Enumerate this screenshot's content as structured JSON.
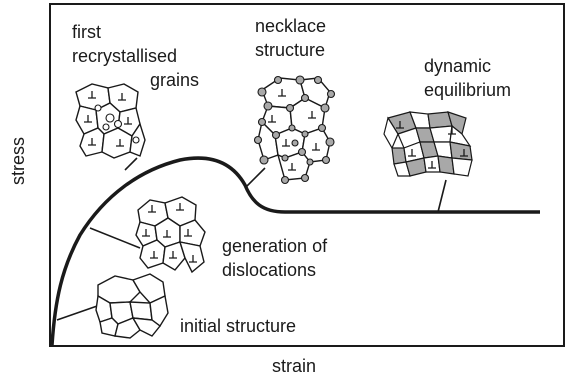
{
  "axes": {
    "x_label": "strain",
    "y_label": "stress"
  },
  "labels": {
    "first_recrystallised_line1": "first",
    "first_recrystallised_line2": "recrystallised",
    "first_recrystallised_line3": "grains",
    "necklace_line1": "necklace",
    "necklace_line2": "structure",
    "dynamic_line1": "dynamic",
    "dynamic_line2": "equilibrium",
    "generation_line1": "generation of",
    "generation_line2": "dislocations",
    "initial": "initial structure"
  },
  "colors": {
    "ink": "#1a1a1a",
    "grain_fill_grey": "#a8a8a8",
    "background": "#ffffff"
  }
}
